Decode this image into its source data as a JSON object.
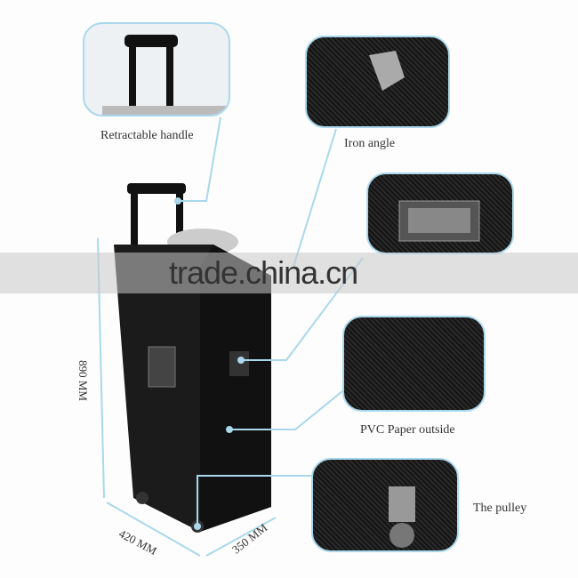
{
  "callouts": {
    "handle": "Retractable handle",
    "iron_angle": "Iron angle",
    "pvc": "PVC Paper outside",
    "pulley": "The pulley"
  },
  "dimensions": {
    "height": "890 MM",
    "width": "420 MM",
    "depth": "350 MM"
  },
  "watermark": "trade.china.cn",
  "colors": {
    "callout_line": "#a9d8ec",
    "body": "#1a1a1a"
  }
}
